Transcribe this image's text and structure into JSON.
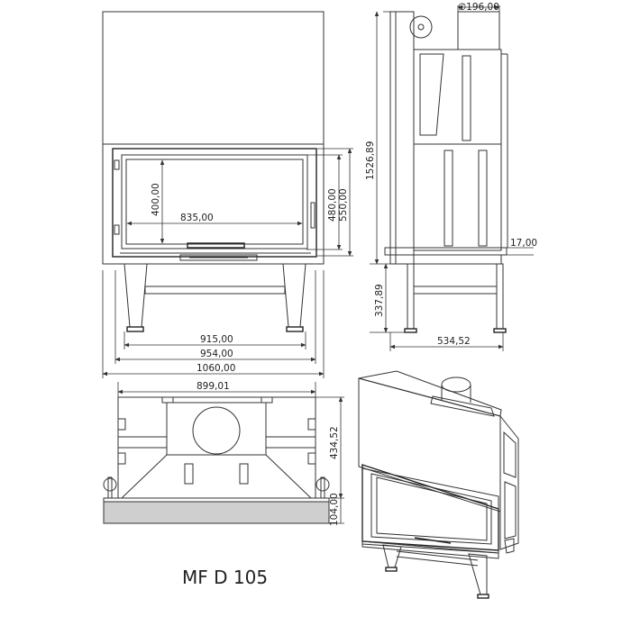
{
  "title": "MF D 105",
  "dims": {
    "w_glass": "835,00",
    "h_glass": "400,00",
    "h_door": "480,00",
    "h_front": "550,00",
    "w_915": "915,00",
    "w_954": "954,00",
    "w_1060": "1060,00",
    "h_total": "1526,89",
    "flue": "∅196,00",
    "d_17": "17,00",
    "h_legs": "337,89",
    "depth": "534,52",
    "plan_w": "899,01",
    "plan_d": "434,52",
    "plan_104": "104,00"
  }
}
